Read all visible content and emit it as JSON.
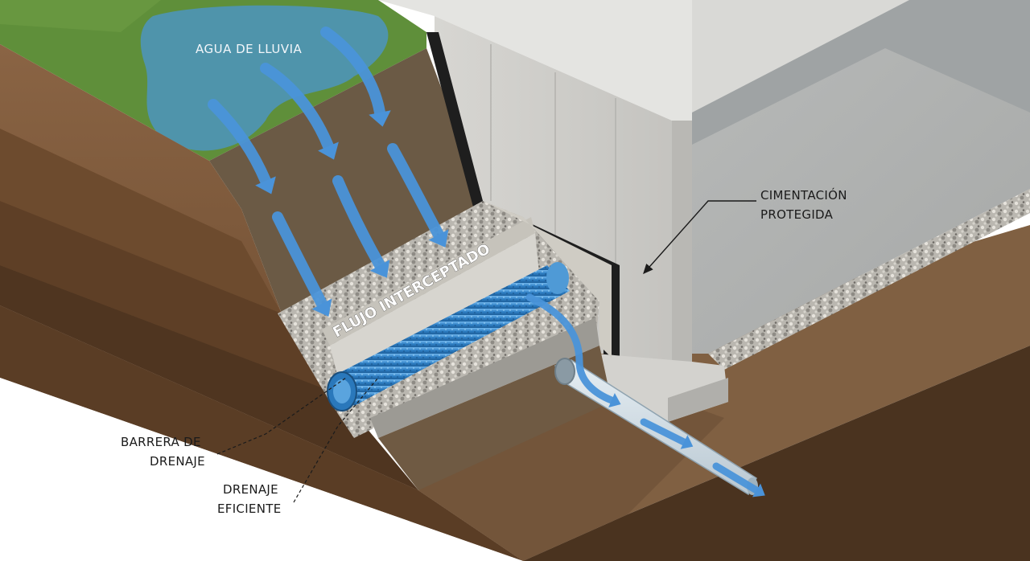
{
  "labels": {
    "rain": "AGUA DE LLUVIA",
    "flow": "FLUJO INTERCEPTADO",
    "foundation_line1": "CIMENTACIÓN",
    "foundation_line2": "PROTEGIDA",
    "barrier_line1": "BARRERA DE",
    "barrier_line2": "DRENAJE",
    "drain_line1": "DRENAJE",
    "drain_line2": "EFICIENTE"
  },
  "colors": {
    "water": "#3f8fd6",
    "arrow": "#4a93d9",
    "grass": "#5f8f3a",
    "soil": "#7a5535",
    "concrete": "#cfcfcc",
    "gravel": "#b9b6ae",
    "pipe": "#2f7fc4"
  },
  "icons": {
    "flow_arrow": "down-arrow-icon",
    "leader": "leader-arrow-icon"
  }
}
